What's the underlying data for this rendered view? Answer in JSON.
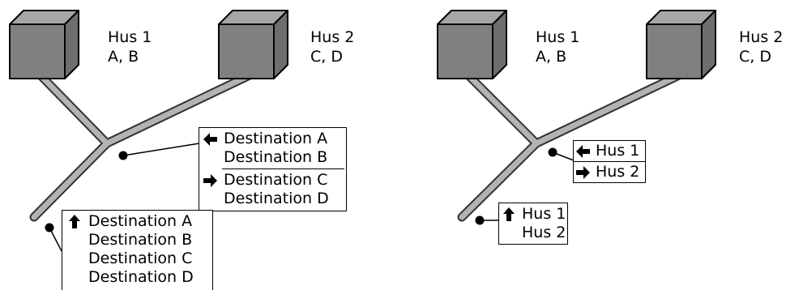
{
  "diagrams": [
    {
      "houses": [
        {
          "name": "Hus 1",
          "letters": "A, B"
        },
        {
          "name": "Hus 2",
          "letters": "C, D"
        }
      ],
      "junction_sign": {
        "groups": [
          {
            "arrow": "left-arrow",
            "lines": [
              "Destination A",
              "Destination B"
            ]
          },
          {
            "arrow": "right-arrow",
            "lines": [
              "Destination C",
              "Destination D"
            ]
          }
        ]
      },
      "entrance_sign": {
        "groups": [
          {
            "arrow": "up-arrow",
            "lines": [
              "Destination A",
              "Destination B",
              "Destination C",
              "Destination D"
            ]
          }
        ]
      }
    },
    {
      "houses": [
        {
          "name": "Hus 1",
          "letters": "A, B"
        },
        {
          "name": "Hus 2",
          "letters": "C, D"
        }
      ],
      "junction_sign": {
        "groups": [
          {
            "arrow": "left-arrow",
            "lines": [
              "Hus 1"
            ]
          },
          {
            "arrow": "right-arrow",
            "lines": [
              "Hus 2"
            ]
          }
        ]
      },
      "entrance_sign": {
        "groups": [
          {
            "arrow": "up-arrow",
            "lines": [
              "Hus 1",
              "Hus 2"
            ]
          }
        ]
      }
    }
  ],
  "colors": {
    "road": "#b3b3b3",
    "road_edge": "#333333",
    "cube_front": "#808080",
    "cube_top": "#a6a6a6",
    "cube_side": "#6e6e6e",
    "ink": "#000000"
  }
}
